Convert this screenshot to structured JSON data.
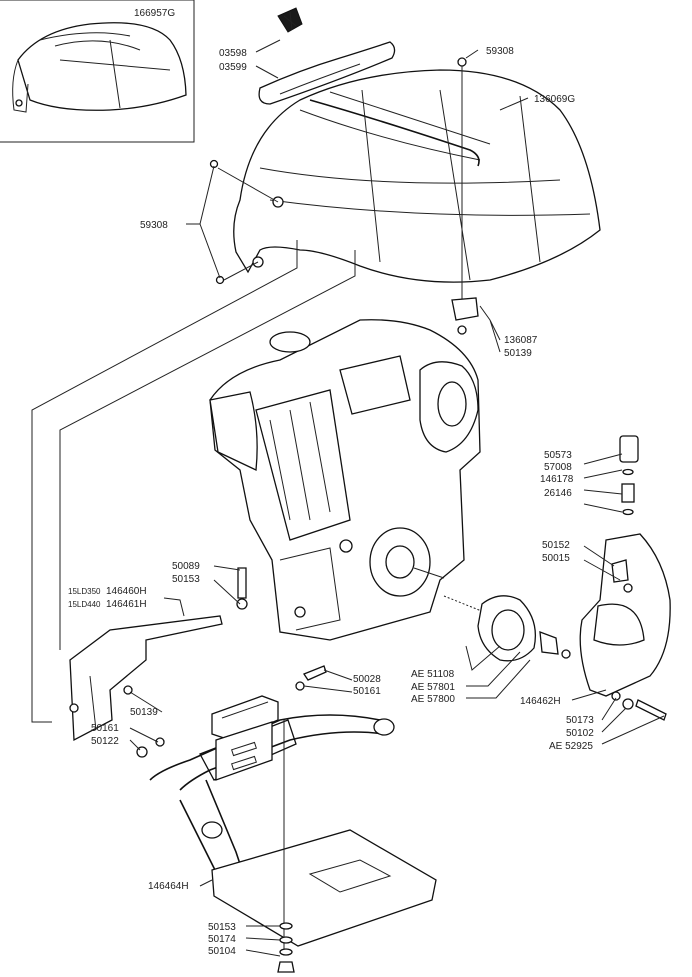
{
  "labels": {
    "inset_part": "166957G",
    "decal_a": "03598",
    "decal_b": "03599",
    "screw_top": "59308",
    "hood": "136069G",
    "screw_left": "59308",
    "bracket_top": "136087",
    "nut_top": "50139",
    "spacer": "50573",
    "washer_a": "57008",
    "spacer_b": "146178",
    "washer_b": "26146",
    "bolt_right": "50152",
    "nut_right": "50015",
    "bolt_left": "50089",
    "washer_left": "50153",
    "variant_350": "15LD350",
    "variant_350_part": "146460H",
    "variant_440": "15LD440",
    "variant_440_part": "146461H",
    "bolt_mid": "50028",
    "washer_mid": "50161",
    "coupling_a": "AE 51108",
    "coupling_b": "AE 57801",
    "coupling_c": "AE 57800",
    "nut_bracket": "50139",
    "right_plate": "146462H",
    "washer_c": "50161",
    "bolt_c": "50122",
    "nut_d": "50173",
    "washer_d": "50102",
    "bolt_d": "AE 52925",
    "frame": "146464H",
    "washer_e": "50153",
    "washer_f": "50174",
    "nut_f": "50104"
  }
}
